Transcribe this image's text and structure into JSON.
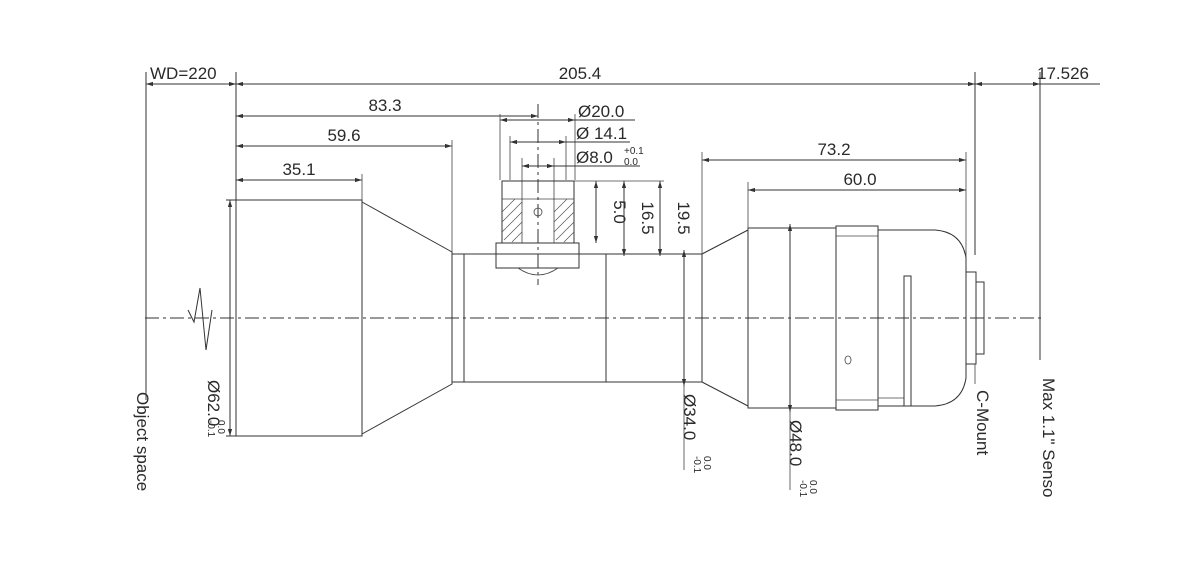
{
  "dimensions": {
    "wd": "WD=220",
    "overall_length": "205.4",
    "back_focal": "17.526",
    "len_83_3": "83.3",
    "len_59_6": "59.6",
    "len_35_1": "35.1",
    "dia_20": "Ø20.0",
    "dia_14_1": "Ø 14.1",
    "dia_8": "Ø8.0",
    "tol_8_top": "+0.1",
    "tol_8_bot": "0.0",
    "len_73_2": "73.2",
    "len_60": "60.0",
    "h_5": "5.0",
    "h_16_5": "16.5",
    "h_19_5": "19.5",
    "dia_62": "Ø62.0",
    "tol_62_top": "0.0",
    "tol_62_bot": "-0.1",
    "dia_34": "Ø34.0",
    "tol_34_top": "0.0",
    "tol_34_bot": "-0.1",
    "dia_48": "Ø48.0",
    "tol_48_top": "0.0",
    "tol_48_bot": "-0.1"
  },
  "labels": {
    "object_space": "Object space",
    "mount": "C-Mount",
    "sensor": "Max 1.1\" Senso"
  },
  "colors": {
    "line": "#333333",
    "text": "#2a2a2a",
    "hatch": "#555555"
  }
}
